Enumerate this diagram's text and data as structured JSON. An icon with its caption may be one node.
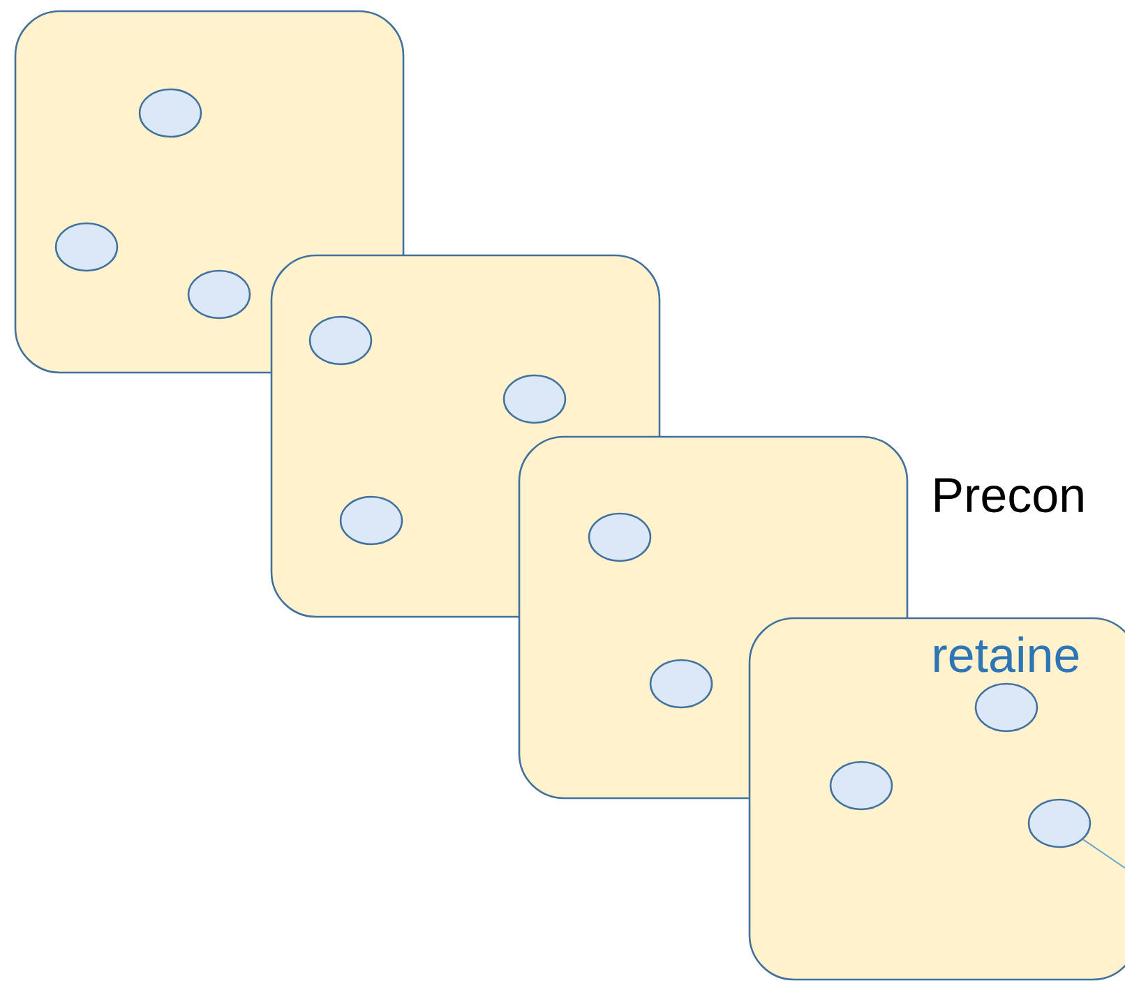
{
  "diagram": {
    "nodes": [
      {
        "text": [],
        "shape": "box"
      },
      {
        "text": [],
        "shape": "ellipse",
        "in": 0
      },
      {
        "text": [],
        "shape": "ellipse",
        "in": 0
      },
      {
        "text": [],
        "shape": "ellipse",
        "in": 0
      },
      {
        "text": [],
        "shape": "box"
      },
      {
        "text": [],
        "shape": "ellipse"
      },
      {
        "text": [],
        "shape": "ellipse",
        "in": 4
      },
      {
        "text": [],
        "shape": "ellipse",
        "in": 4
      },
      {
        "text": [],
        "shape": "box"
      },
      {
        "text": [],
        "shape": "ellipse"
      },
      {
        "text": [],
        "shape": "ellipse",
        "in": 8
      },
      {
        "text": [],
        "shape": "box"
      },
      {
        "text": [],
        "shape": "ellipse",
        "in": 11
      },
      {
        "text": [],
        "shape": "ellipse",
        "in": 11
      },
      {
        "text": [],
        "shape": "ellipse",
        "in": 11
      }
    ],
    "edges": [
      {
        "from": null,
        "to": 14,
        "arrow": "none",
        "color": "#5b9bd5"
      }
    ],
    "labels": [
      "Precon",
      "retaine"
    ]
  }
}
